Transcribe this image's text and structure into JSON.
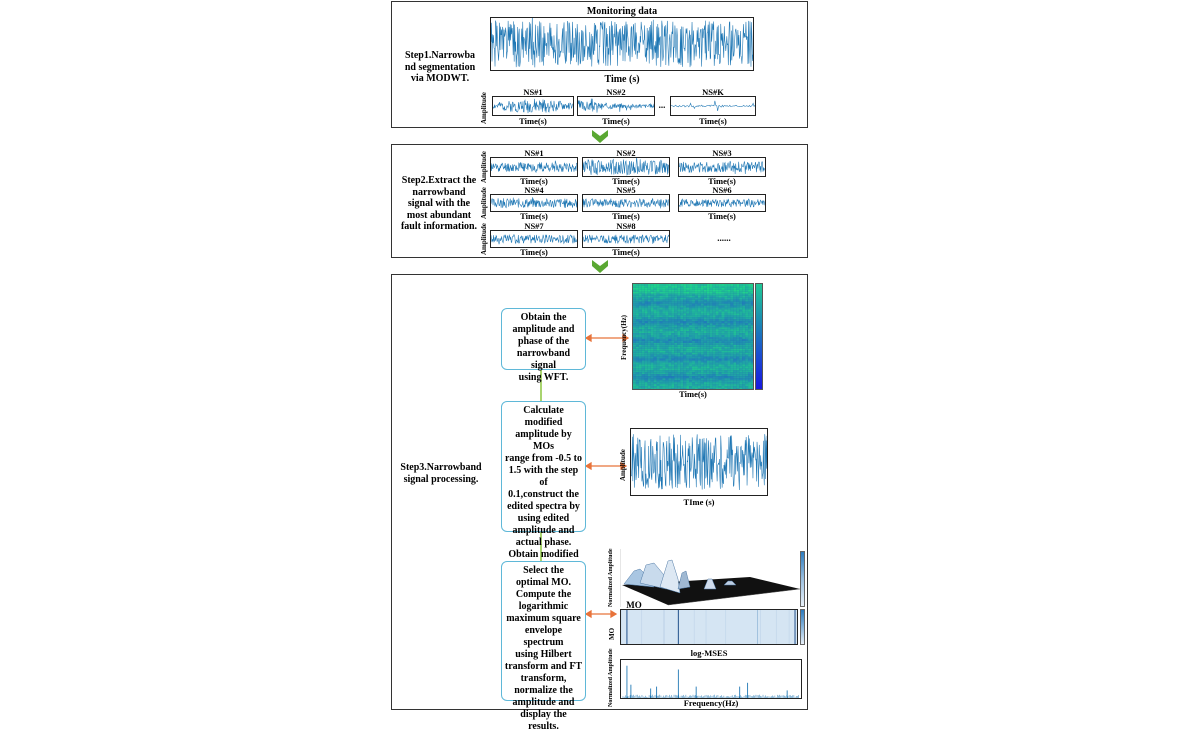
{
  "panel1": {
    "step_label": "Step1.Narrowba\nnd segmentation\nvia MODWT.",
    "main_title": "Monitoring data",
    "main_xlabel": "Time (s)",
    "ylabel": "Amplitude",
    "subs": [
      {
        "title": "NS#1",
        "xlabel": "Time(s)"
      },
      {
        "title": "NS#2",
        "xlabel": "Time(s)"
      },
      {
        "title": "NS#K",
        "xlabel": "Time(s)"
      }
    ],
    "ellipsis": "..."
  },
  "panel2": {
    "step_label": "Step2.Extract the\nnarrowband\nsignal with the\nmost abundant\nfault information.",
    "ylabel": "Amplitude",
    "subs": [
      {
        "title": "NS#1",
        "xlabel": "Time(s)"
      },
      {
        "title": "NS#2",
        "xlabel": "Time(s)"
      },
      {
        "title": "NS#3",
        "xlabel": "Time(s)"
      },
      {
        "title": "NS#4",
        "xlabel": "Time(s)"
      },
      {
        "title": "NS#5",
        "xlabel": "Time(s)"
      },
      {
        "title": "NS#6",
        "xlabel": "Time(s)"
      },
      {
        "title": "NS#7",
        "xlabel": "Time(s)"
      },
      {
        "title": "NS#8",
        "xlabel": "Time(s)"
      }
    ],
    "ellipsis": "......"
  },
  "panel3": {
    "step_label": "Step3.Narrowband\nsignal processing.",
    "box1": "Obtain the\namplitude and\nphase of the\nnarrowband signal\nusing WFT.",
    "box2": "Calculate modified\namplitude by MOs\nrange from -0.5 to\n1.5 with the step of\n0.1,construct the\nedited spectra by\nusing edited\namplitude and\nactual phase.\nObtain modified\nsignal via iWFT.",
    "box3": "Select the\noptimal MO.\nCompute the\nlogarithmic\nmaximum square\nenvelope spectrum\nusing Hilbert\ntransform and FT\ntransform,\nnormalize the\namplitude and\ndisplay the results.",
    "spec_ylabel": "Frequency(Hz)",
    "spec_xlabel": "Time(s)",
    "sig_ylabel": "Amplitude",
    "sig_xlabel": "TIme (s)",
    "norm_ylabel": "Normalized Amplitude",
    "mo_label": "MO",
    "mo_ylabel": "MO",
    "logmses_label": "log-MSES",
    "bottom_ylabel": "Normalized Amplitude",
    "bottom_xlabel": "Frequency(Hz)"
  },
  "colors": {
    "signal": "#1f77b4",
    "arrow_green": "#8cc63f",
    "arrow_orange": "#e8733a",
    "box_border": "#5fb8d8",
    "chevron": "#5aa832"
  }
}
